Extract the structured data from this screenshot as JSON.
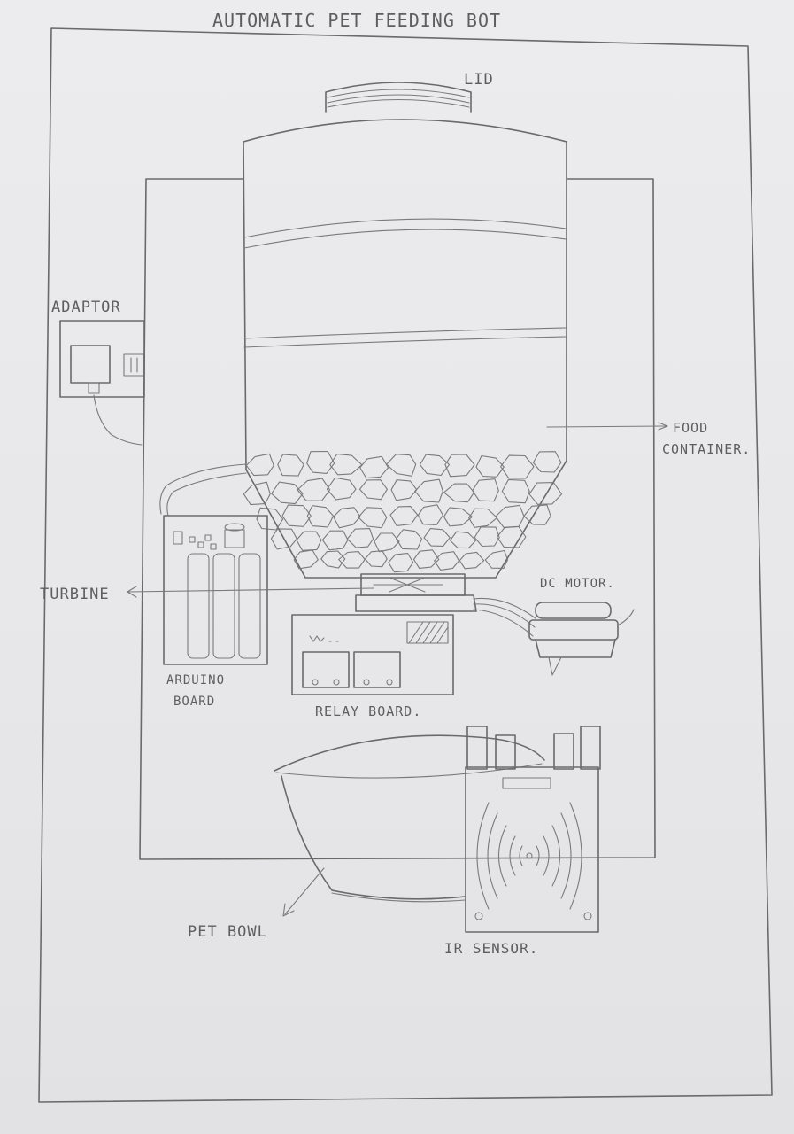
{
  "title": "AUTOMATIC PET FEEDING BOT",
  "labels": {
    "lid": "LID",
    "adaptor": "ADAPTOR",
    "food_container_1": "FOOD",
    "food_container_2": "CONTAINER.",
    "turbine": "TURBINE",
    "dc_motor": "DC MOTOR.",
    "arduino_1": "ARDUINO",
    "arduino_2": "BOARD",
    "relay_board": "RELAY BOARD.",
    "pet_bowl": "PET BOWL",
    "ir_sensor": "IR SENSOR."
  }
}
